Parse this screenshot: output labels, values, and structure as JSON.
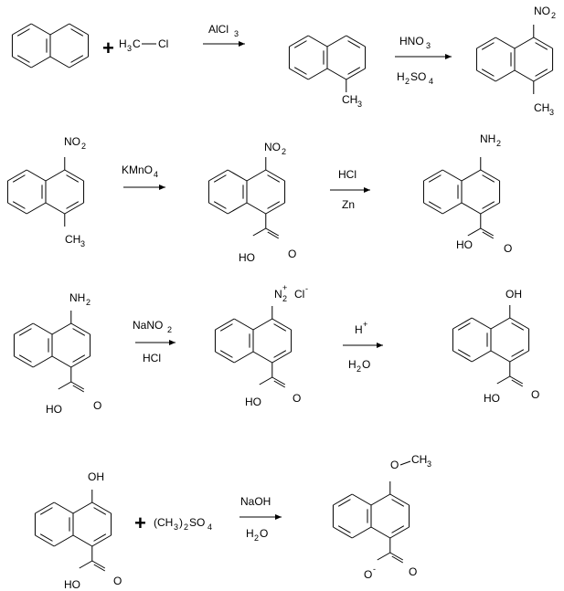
{
  "reagents": {
    "s1_above": "AlCl",
    "s1_above_sub": "3",
    "s2_above_a": "HNO",
    "s2_above_a_sub": "3",
    "s2_below_a": "H",
    "s2_below_a_sub": "2",
    "s2_below_b": "SO",
    "s2_below_b_sub": "4",
    "s3_above_a": "KMnO",
    "s3_above_a_sub": "4",
    "s4_above": "HCl",
    "s4_below": "Zn",
    "s5_above_a": "NaNO",
    "s5_above_a_sub": "2",
    "s5_below": "HCl",
    "s6_above": "H",
    "s6_above_sup": "+",
    "s6_below_a": "H",
    "s6_below_a_sub": "2",
    "s6_below_b": "O",
    "s7_above": "NaOH",
    "s7_below_a": "H",
    "s7_below_a_sub": "2",
    "s7_below_b": "O"
  },
  "plus_sign": "+",
  "methyl_chloride": {
    "h": "H",
    "h_sub": "3",
    "c": "C",
    "dash": "—",
    "cl": "Cl"
  },
  "dimethyl_sulfate": {
    "a": "(CH",
    "a_sub": "3",
    "b": ")",
    "b_sub": "2",
    "c": "SO",
    "c_sub": "4"
  },
  "groups": {
    "ch3_a": "CH",
    "ch3_a_sub": "3",
    "no2_a": "NO",
    "no2_a_sub": "2",
    "nh2_a": "NH",
    "nh2_a_sub": "2",
    "n2_a": "N",
    "n2_a_sub": "2",
    "n2_sup": "+",
    "cl_minus": "Cl",
    "cl_sup": "-",
    "oh": "OH",
    "ho": "HO",
    "o": "O",
    "o_ch3": "O",
    "o_ch3_dash": "—",
    "o_ch3_c": "CH",
    "o_ch3_sub": "3",
    "o_minus": "O",
    "o_minus_sup": "-"
  }
}
